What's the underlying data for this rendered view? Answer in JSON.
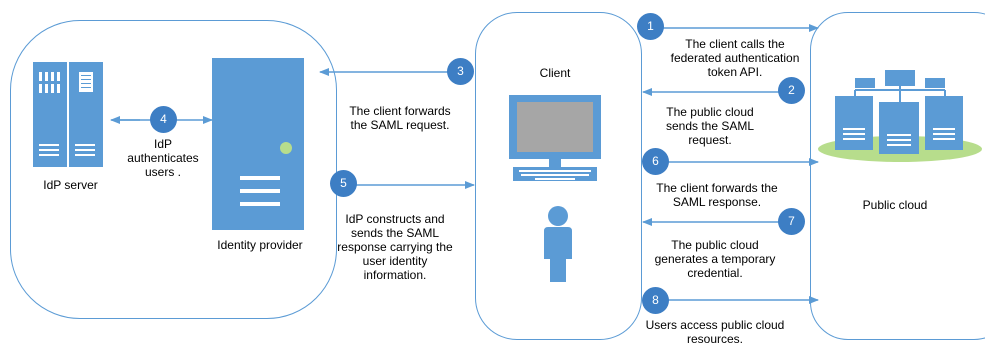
{
  "labels": {
    "idp_server": "IdP server",
    "identity_provider": "Identity provider",
    "client": "Client",
    "public_cloud": "Public cloud"
  },
  "steps": [
    {
      "number": "1",
      "text": [
        "The client calls the",
        "federated authentication",
        "token API."
      ]
    },
    {
      "number": "2",
      "text": [
        "The public cloud",
        "sends the SAML",
        "request."
      ]
    },
    {
      "number": "3",
      "text": [
        "The client forwards",
        "the SAML request."
      ]
    },
    {
      "number": "4",
      "text": [
        "IdP",
        "authenticates",
        "users ."
      ]
    },
    {
      "number": "5",
      "text": [
        "IdP constructs and",
        "sends the SAML",
        "response carrying the",
        "user identity",
        "information."
      ]
    },
    {
      "number": "6",
      "text": [
        "The client forwards the",
        "SAML response."
      ]
    },
    {
      "number": "7",
      "text": [
        "The public cloud",
        "generates a temporary",
        "credential."
      ]
    },
    {
      "number": "8",
      "text": [
        "Users access public cloud",
        "resources."
      ]
    }
  ],
  "colors": {
    "panel_border": "#5b9bd5",
    "arrow": "#5b9bd5",
    "step_badge": "#3d7ec4",
    "icon_blue": "#5b9bd5",
    "cloud_platform": "#b7dd8c"
  }
}
